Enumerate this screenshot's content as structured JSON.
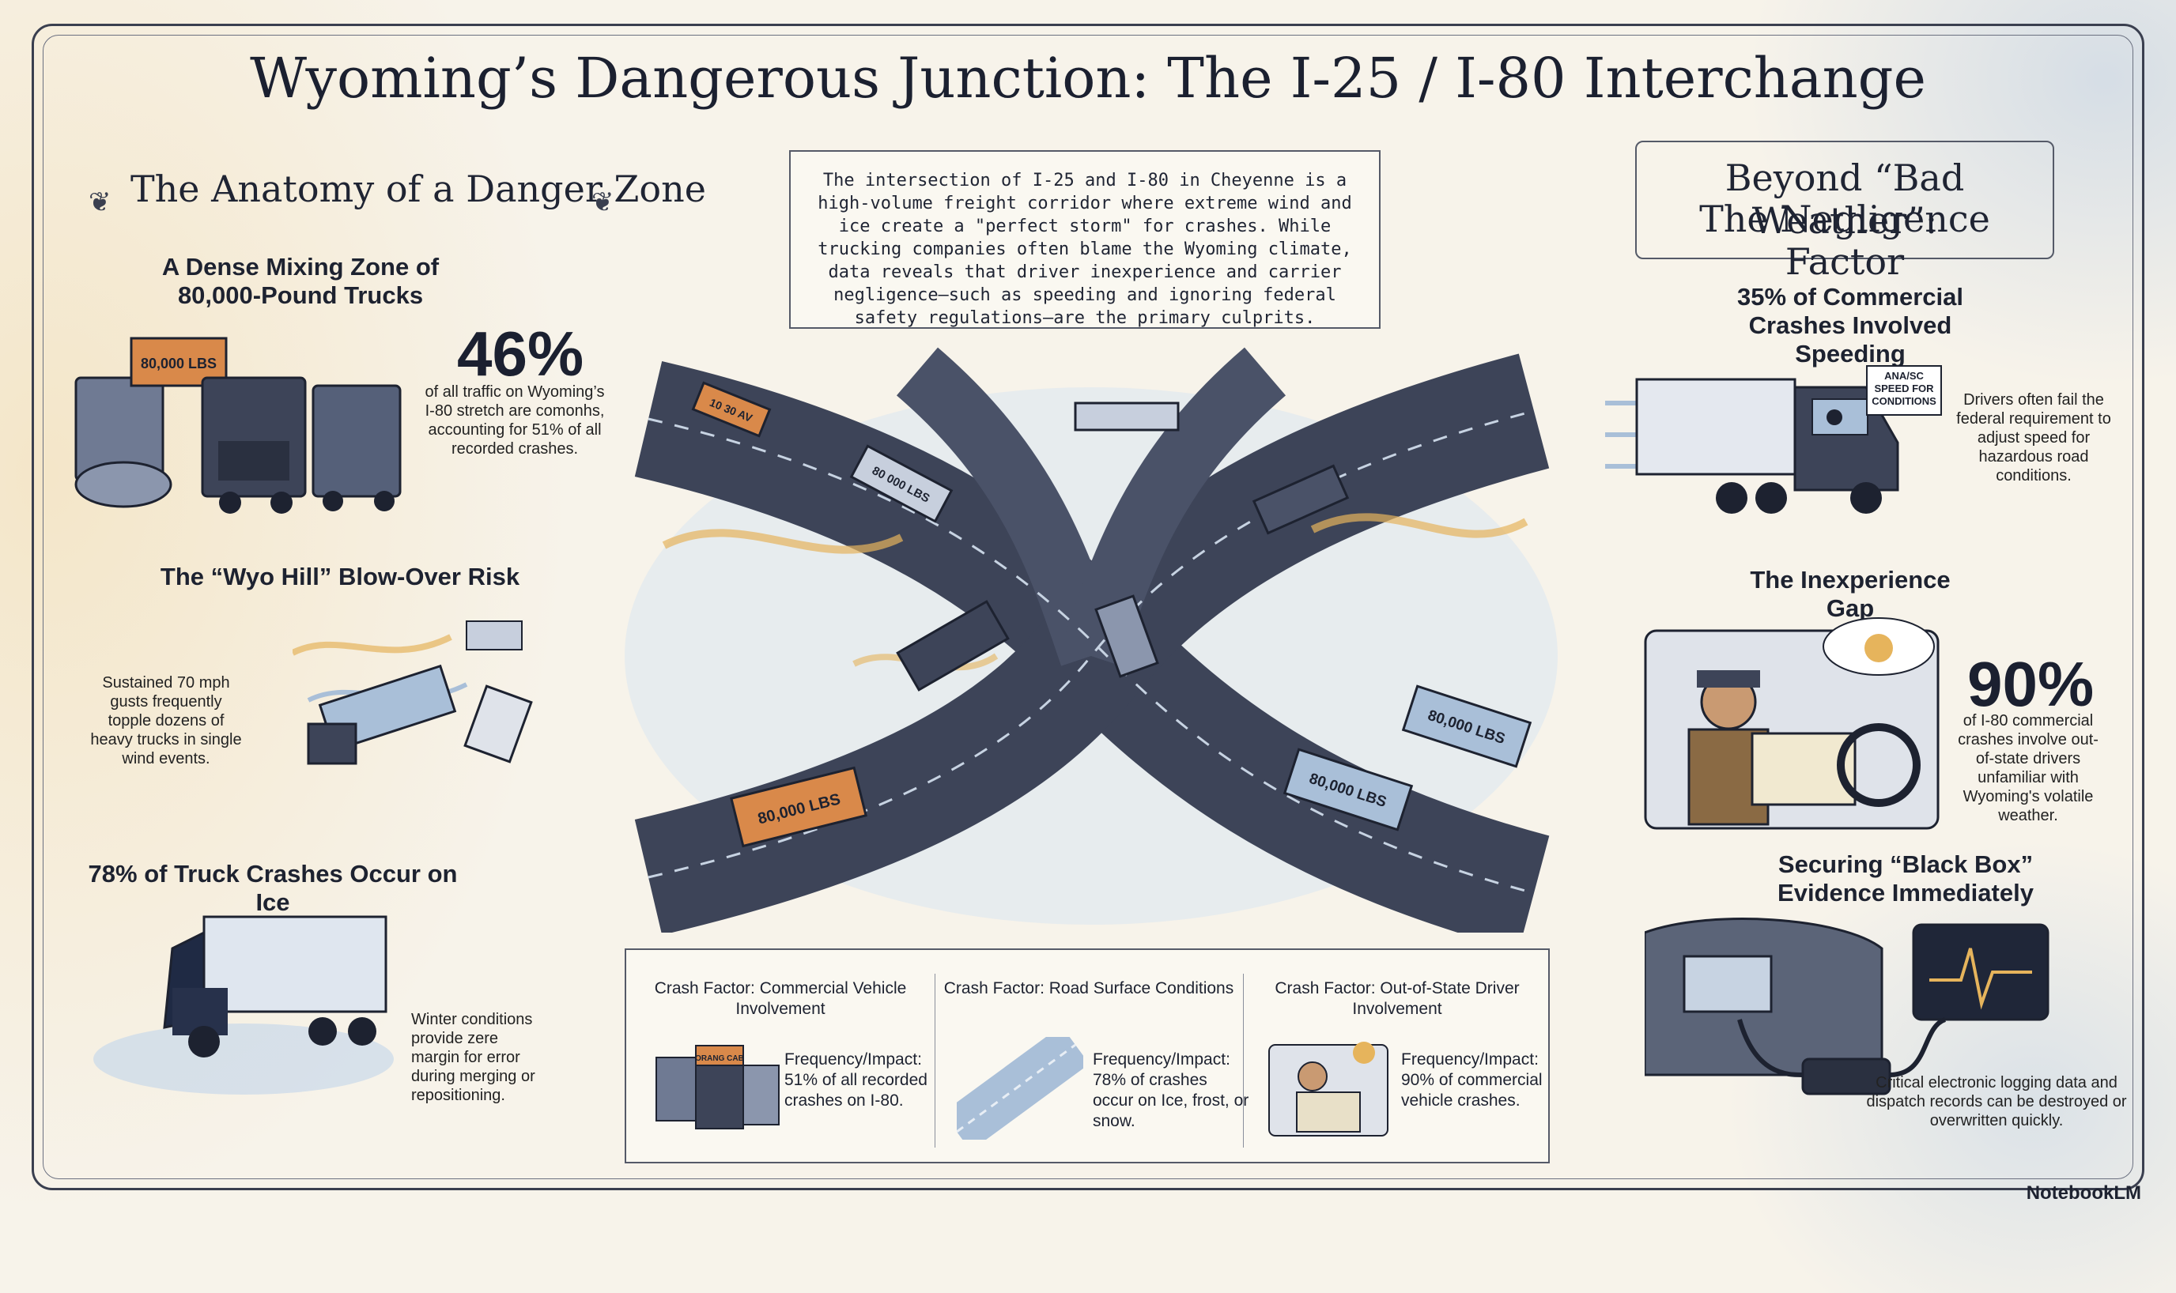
{
  "title": "Wyoming’s Dangerous Junction: The I-25 / I-80 Interchange",
  "intro": "The intersection of I-25 and I-80 in Cheyenne is a high-volume freight corridor where extreme wind and ice create a \"perfect storm\" for crashes. While trucking companies often blame the Wyoming climate, data reveals that driver inexperience and carrier negligence—such as speeding and ignoring federal safety regulations—are the primary culprits.",
  "left": {
    "heading": "The Anatomy of a Danger Zone",
    "dense": {
      "title": "A Dense Mixing Zone of 80,000-Pound Trucks",
      "stat": "46%",
      "text": "of all traffic on Wyoming’s I-80 stretch are comonhs, accounting for 51% of all recorded crashes.",
      "truck_label": "80,000 LBS"
    },
    "wyo_hill": {
      "title": "The “Wyo Hill” Blow-Over Risk",
      "text": "Sustained 70 mph gusts frequently topple dozens of heavy trucks in single wind events."
    },
    "ice": {
      "title": "78% of Truck Crashes Occur on Ice",
      "text": "Winter conditions provide zere margin for error during merging or repositioning."
    }
  },
  "right": {
    "heading_line1": "Beyond “Bad Weather”:",
    "heading_line2": "The Negligence Factor",
    "speeding": {
      "title": "35% of Commercial Crashes Involved Speeding",
      "text": "Drivers often fail the federal requirement to adjust speed for hazardous road conditions.",
      "sign": "ANA/SC SPEED FOR CONDITIONS"
    },
    "inexperience": {
      "title": "The Inexperience Gap",
      "stat": "90%",
      "text": "of I-80 commercial crashes involve out-of-state drivers unfamiliar with Wyoming's volatile weather."
    },
    "blackbox": {
      "title": "Securing “Black Box” Evidence Immediately",
      "text": "Critical electronic logging data and dispatch records can be destroyed or overwritten quickly."
    }
  },
  "center": {
    "truck_labels": [
      "80,000 LBS",
      "80,000 LBS",
      "80,000 LBS",
      "80 000 LBS",
      "10 30 AV"
    ]
  },
  "factors": [
    {
      "head": "Crash Factor: Commercial Vehicle Involvement",
      "freq": "Frequency/Impact: 51% of all recorded crashes on I-80.",
      "mini_label": "ORANG CAB"
    },
    {
      "head": "Crash Factor: Road Surface Conditions",
      "freq": "Frequency/Impact: 78% of crashes occur on Ice, frost, or snow."
    },
    {
      "head": "Crash Factor: Out-of-State Driver Involvement",
      "freq": "Frequency/Impact: 90% of commercial vehicle crashes."
    }
  ],
  "branding": "NotebookLM",
  "colors": {
    "ink": "#1d2230",
    "truck_orange": "#d9894a",
    "road": "#3d4458",
    "ice_blue": "#a9bfd8",
    "wind_gold": "#e6b45c"
  }
}
